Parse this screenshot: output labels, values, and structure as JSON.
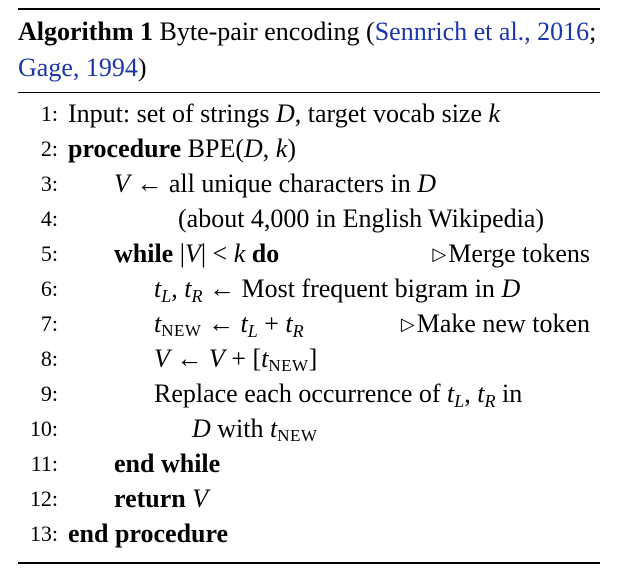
{
  "caption": {
    "label": "Algorithm 1",
    "title": "Byte-pair encoding",
    "cite_open": "(",
    "cite_1": "Sennrich et al., 2016",
    "cite_sep": "; ",
    "cite_2": "Gage, 1994",
    "cite_close": ")"
  },
  "lines": [
    {
      "num": "1:",
      "text": "Input: set of strings D, target vocab size k"
    },
    {
      "num": "2:",
      "text": "procedure BPE(D, k)"
    },
    {
      "num": "3:",
      "text": "V ← all unique characters in D"
    },
    {
      "num": "4:",
      "text": "(about 4,000 in English Wikipedia)"
    },
    {
      "num": "5:",
      "text": "while |V| < k do",
      "comment": "Merge tokens"
    },
    {
      "num": "6:",
      "text": "tL, tR ← Most frequent bigram in D"
    },
    {
      "num": "7:",
      "text": "tNEW ← tL + tR",
      "comment": "Make new token"
    },
    {
      "num": "8:",
      "text": "V ← V + [tNEW]"
    },
    {
      "num": "9:",
      "text": "Replace each occurrence of tL, tR in"
    },
    {
      "num": "10:",
      "text": "D with tNEW"
    },
    {
      "num": "11:",
      "text": "end while"
    },
    {
      "num": "12:",
      "text": "return V"
    },
    {
      "num": "13:",
      "text": "end procedure"
    }
  ]
}
